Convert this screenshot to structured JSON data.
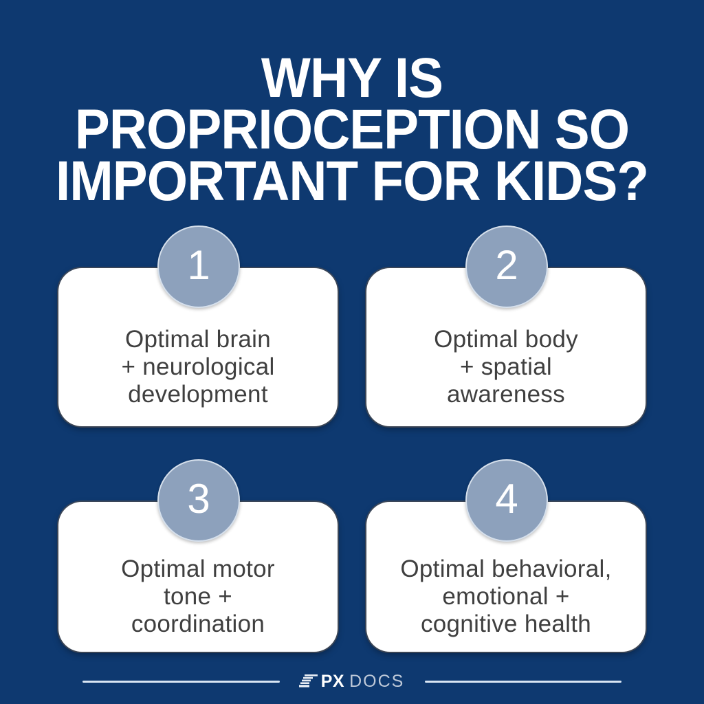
{
  "title": {
    "lines": [
      "WHY IS",
      "PROPRIOCEPTION SO",
      "IMPORTANT FOR KIDS?"
    ]
  },
  "cards": [
    {
      "number": "1",
      "lines": [
        "Optimal brain",
        "+ neurological",
        "development"
      ]
    },
    {
      "number": "2",
      "lines": [
        "Optimal body",
        "+ spatial",
        "awareness"
      ]
    },
    {
      "number": "3",
      "lines": [
        "Optimal motor",
        "tone +",
        "coordination"
      ]
    },
    {
      "number": "4",
      "lines": [
        "Optimal behavioral,",
        "emotional +",
        "cognitive health"
      ]
    }
  ],
  "footer": {
    "brand_bold": "PX",
    "brand_light": "DOCS",
    "logo_icon": "stacked-lines-icon"
  },
  "colors": {
    "background": "#0E3970",
    "title_text": "#FFFFFF",
    "card_bg": "#FFFFFF",
    "card_text": "#3F3F3F",
    "badge_bg": "#8DA1BC",
    "badge_border": "#D6E0EC",
    "badge_number": "#FFFFFF",
    "divider": "#D9E6F4",
    "brand_bold_color": "#FFFFFF",
    "brand_light_color": "#BFC9D8"
  }
}
